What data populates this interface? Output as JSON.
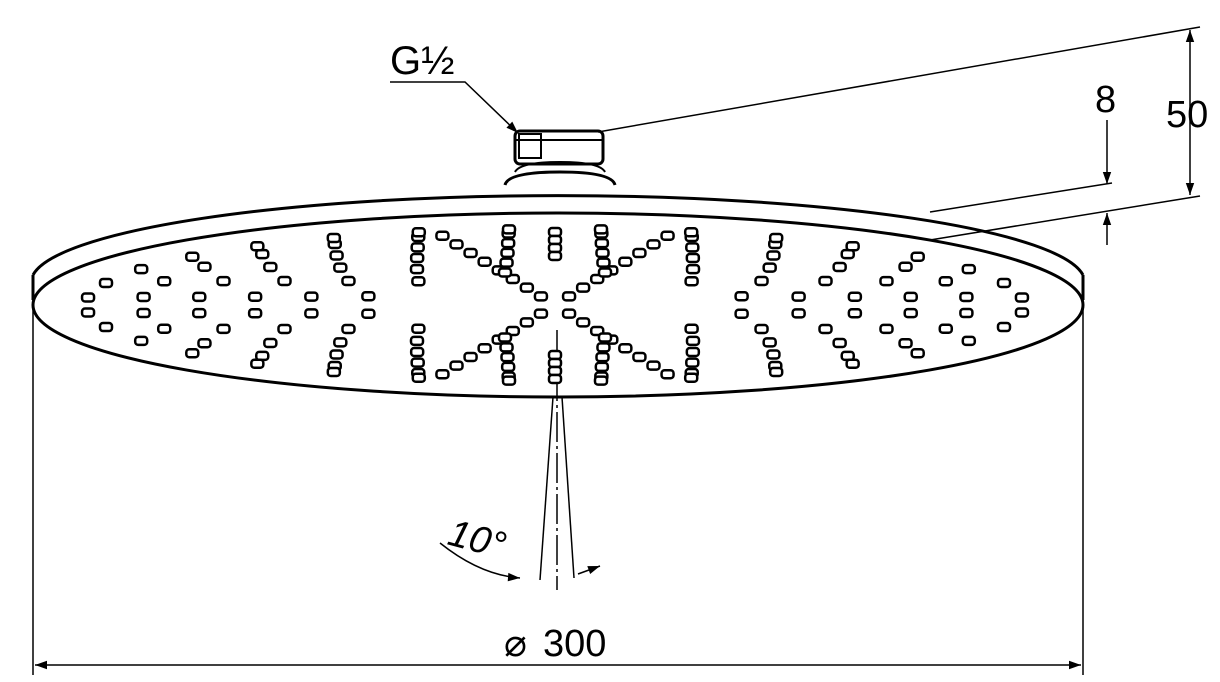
{
  "title": "Round overhead shower dimension drawing",
  "labels": {
    "thread": "G½",
    "rim_height": "8",
    "total_height": "50",
    "spray_angle": "10°",
    "diameter_symbol": "⌀",
    "diameter": "300"
  },
  "colors": {
    "line": "#000000",
    "background": "#ffffff"
  }
}
